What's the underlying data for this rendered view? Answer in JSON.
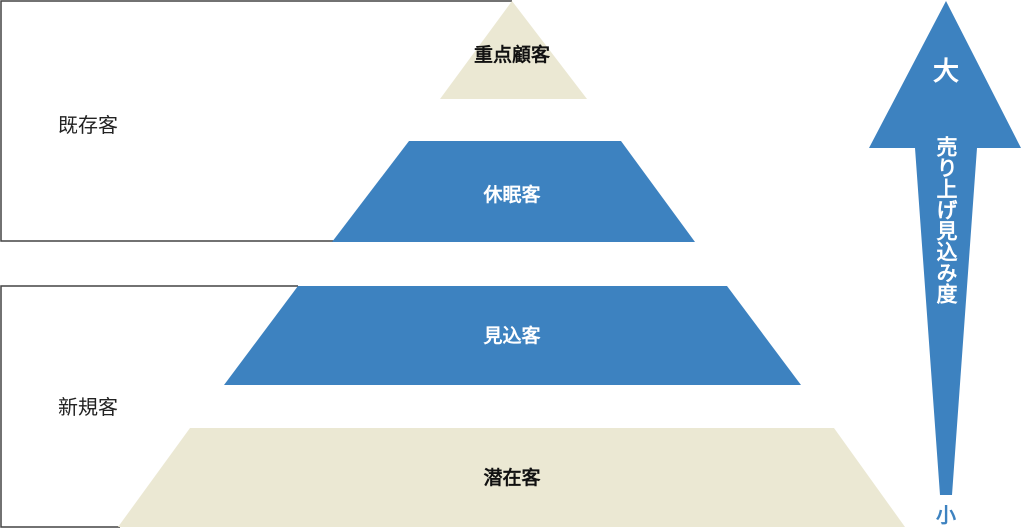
{
  "colors": {
    "beige": "#ebe8d3",
    "blue": "#3d82c0",
    "dark_text": "#111111",
    "light_text": "#ffffff",
    "bracket": "#444444"
  },
  "groups": {
    "existing": {
      "label": "既存客"
    },
    "new": {
      "label": "新規客"
    }
  },
  "tiers": [
    {
      "label": "重点顧客",
      "color": "beige"
    },
    {
      "label": "休眠客",
      "color": "blue"
    },
    {
      "label": "見込客",
      "color": "blue"
    },
    {
      "label": "潜在客",
      "color": "beige"
    }
  ],
  "arrow": {
    "top_label": "大",
    "bottom_label": "小",
    "vertical_label": "売り上げ見込み度",
    "color": "blue",
    "icon": "up-arrow-icon"
  }
}
